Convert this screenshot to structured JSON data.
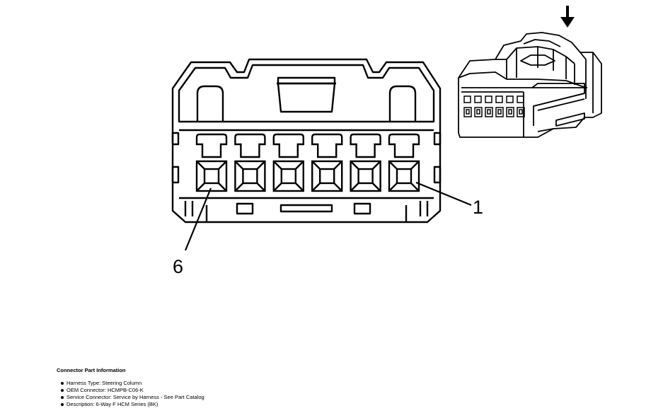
{
  "pin_labels": {
    "pin_1": "1",
    "pin_6": "6"
  },
  "colors": {
    "line": "#000000",
    "background": "#ffffff"
  },
  "icons": {
    "insertion_arrow": "arrow-down-icon"
  },
  "connector": {
    "cavity_count": 6
  },
  "info": {
    "title": "Connector Part Information",
    "items": [
      "Harness Type: Steering Column",
      "OEM Connector: HCMPB-C06-K",
      "Service Connector: Service by Harness - See Part Catalog",
      "Description: 6-Way F HCM Series (BK)"
    ]
  }
}
